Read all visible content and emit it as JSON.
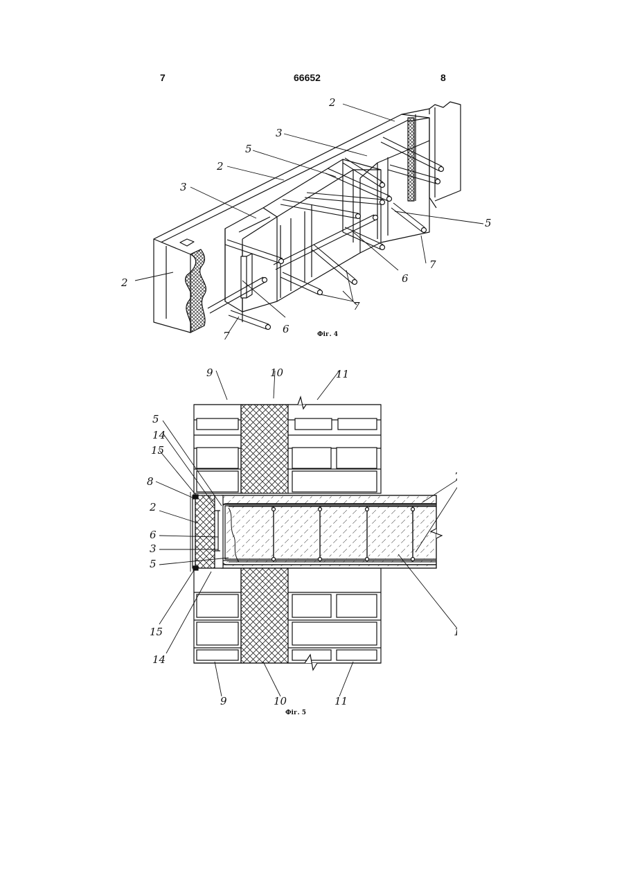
{
  "header": {
    "page_left": "7",
    "patent_number": "66652",
    "page_right": "8"
  },
  "figure4": {
    "caption": "Фіг. 4",
    "labels": {
      "l2a": "2",
      "l3a": "3",
      "l5a": "5",
      "l2b": "2",
      "l3b": "3",
      "l5b": "5",
      "l7a": "7",
      "l6a": "6",
      "l2c": "2",
      "l7b": "7",
      "l6b": "6",
      "l7c": "7"
    }
  },
  "figure5": {
    "caption": "Фіг. 5",
    "labels": {
      "t9": "9",
      "t10": "10",
      "t11": "11",
      "l5a": "5",
      "l14a": "14",
      "l15a": "15",
      "l8": "8",
      "l2": "2",
      "l6": "6",
      "l3": "3",
      "l5b": "5",
      "l15b": "15",
      "l14b": "14",
      "r7": "7",
      "r1": "1",
      "b9": "9",
      "b10": "10",
      "b11": "11"
    }
  }
}
